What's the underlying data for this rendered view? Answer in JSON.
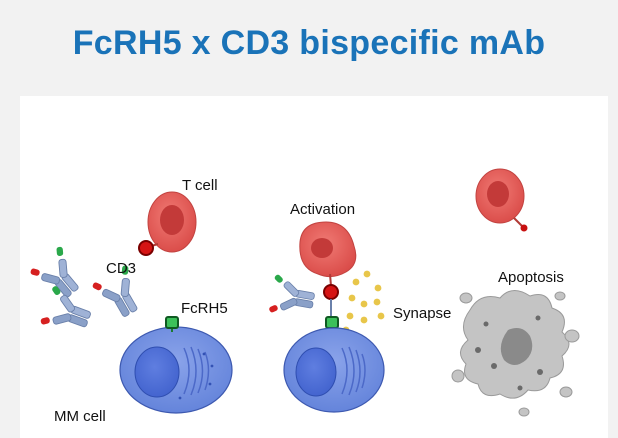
{
  "title": "FcRH5 x CD3 bispecific mAb",
  "colors": {
    "title": "#1a73b8",
    "t_cell": "#d9534f",
    "mm_cell": "#5f7fd6",
    "receptor_red": "#c81010",
    "receptor_green": "#1a9a3a",
    "cytokine": "#e8c64a",
    "apoptotic_body": "#b8b8b8"
  },
  "labels": {
    "t_cell": "T cell",
    "cd3": "CD3",
    "fcrh5": "FcRH5",
    "mm_cell": "MM cell",
    "activation": "Activation",
    "synapse": "Synapse",
    "apoptosis": "Apoptosis"
  },
  "icons": [
    "antibody-icon",
    "t-cell-icon",
    "mm-cell-icon",
    "apoptotic-cell-icon",
    "cytokine-dots"
  ]
}
